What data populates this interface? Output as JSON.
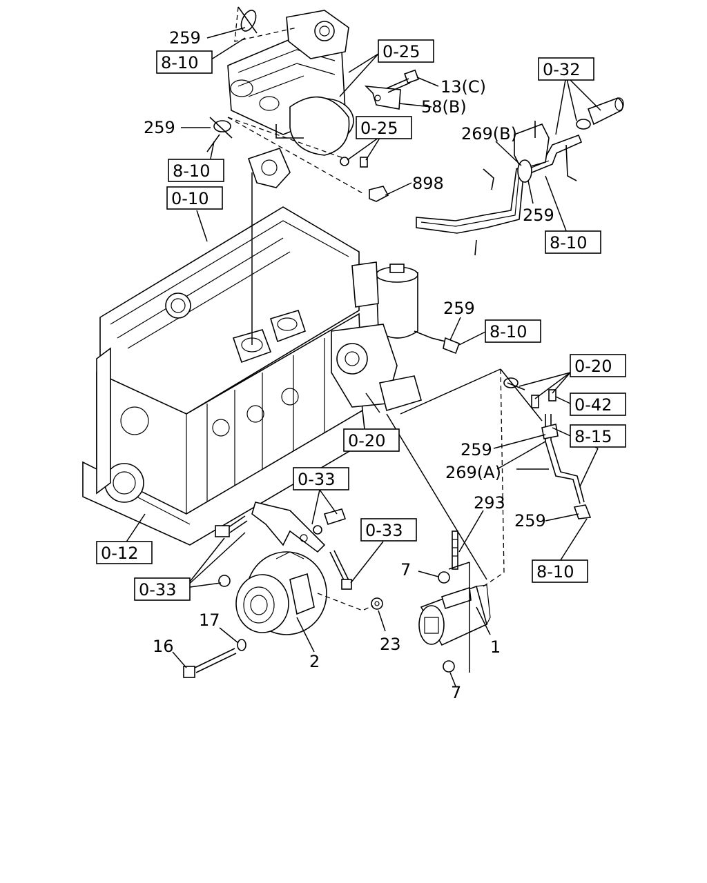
{
  "callouts": {
    "c259_a": "259",
    "c259_b": "259",
    "c259_c": "259",
    "c259_d": "259",
    "c259_e": "259",
    "c259_f": "259",
    "c13c": "13(C)",
    "c58b": "58(B)",
    "c898": "898",
    "c269b": "269(B)",
    "c269a": "269(A)",
    "c293": "293",
    "c7_a": "7",
    "c7_b": "7",
    "c17": "17",
    "c16": "16",
    "c2": "2",
    "c23": "23",
    "c1": "1"
  },
  "refs": {
    "r810_a": "8-10",
    "r810_b": "8-10",
    "r810_c": "8-10",
    "r810_d": "8-10",
    "r810_e": "8-10",
    "r025_a": "0-25",
    "r025_b": "0-25",
    "r032": "0-32",
    "r010": "0-10",
    "r020_a": "0-20",
    "r020_b": "0-20",
    "r042": "0-42",
    "r815": "8-15",
    "r033_a": "0-33",
    "r033_b": "0-33",
    "r033_c": "0-33",
    "r012": "0-12"
  }
}
